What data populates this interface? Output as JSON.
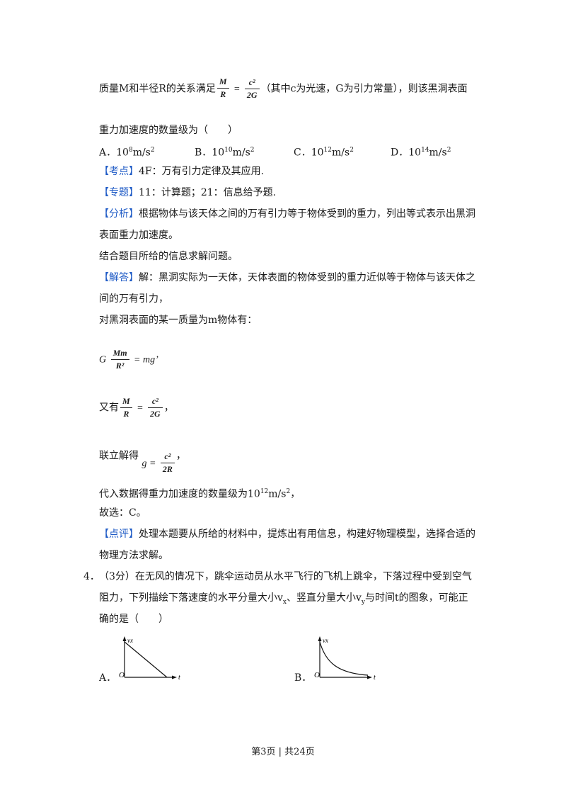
{
  "line1": {
    "pre": "质量M和半径R的关系满足",
    "frac_num": "M",
    "frac_den": "R",
    "eq": "=",
    "frac2_num": "c²",
    "frac2_den": "2G",
    "post": "（其中c为光速，G为引力常量），则该黑洞表面"
  },
  "line2": "重力加速度的数量级为（　　）",
  "options": [
    {
      "label": "A．",
      "base": "10",
      "exp": "8",
      "unit": "m/s",
      "unit_exp": "2"
    },
    {
      "label": "B．",
      "base": "10",
      "exp": "10",
      "unit": "m/s",
      "unit_exp": "2"
    },
    {
      "label": "C．",
      "base": "10",
      "exp": "12",
      "unit": "m/s",
      "unit_exp": "2"
    },
    {
      "label": "D．",
      "base": "10",
      "exp": "14",
      "unit": "m/s",
      "unit_exp": "2"
    }
  ],
  "kaodian": {
    "tag": "【考点】",
    "text": "4F：万有引力定律及其应用."
  },
  "zhuanti": {
    "tag": "【专题】",
    "text": "11：计算题；21：信息给予题."
  },
  "fenxi": {
    "tag": "【分析】",
    "text1": "根据物体与该天体之间的万有引力等于物体受到的重力，列出等式表示出黑洞",
    "text2": "表面重力加速度。"
  },
  "combine": "结合题目所给的信息求解问题。",
  "jieda": {
    "tag": "【解答】",
    "text1": "解：黑洞实际为一天体，天体表面的物体受到的重力近似等于物体与该天体之",
    "text2": "间的万有引力，"
  },
  "dui": "对黑洞表面的某一质量为m物体有：",
  "eq1": {
    "g": "G",
    "num": "Mm",
    "den": "R²",
    "rhs": "= mg’"
  },
  "youyou": {
    "pre": "又有",
    "num": "M",
    "den": "R",
    "eq": "=",
    "num2": "c²",
    "den2": "2G",
    "post": "，"
  },
  "lianli": {
    "pre": "联立解得",
    "lhs": "g =",
    "num": "c²",
    "den": "2R",
    "post": "，"
  },
  "dairu": {
    "pre": "代入数据得重力加速度的数量级为10",
    "exp": "12",
    "unit": "m/s",
    "unit_exp": "2",
    "post": "，"
  },
  "guxuan": "故选：C。",
  "dianping": {
    "tag": "【点评】",
    "text1": "处理本题要从所给的材料中，提炼出有用信息，构建好物理模型，选择合适的",
    "text2": "物理方法求解。"
  },
  "q4": {
    "num": "4．",
    "line1": "（3分）在无风的情况下，跳伞运动员从水平飞行的飞机上跳伞，下落过程中受到空气",
    "line2a": "阻力，下列描绘下落速度的水平分量大小v",
    "line2_sub1": "x",
    "line2b": "、竖直分量大小v",
    "line2_sub2": "y",
    "line2c": "与时间t的图象，可能正",
    "line3": "确的是（　　）"
  },
  "graphA": {
    "label": "A．",
    "axis_y": "vx",
    "axis_x": "t",
    "origin": "O"
  },
  "graphB": {
    "label": "B．",
    "axis_y": "vx",
    "axis_x": "t",
    "origin": "O"
  },
  "footer": "第3页 | 共24页"
}
